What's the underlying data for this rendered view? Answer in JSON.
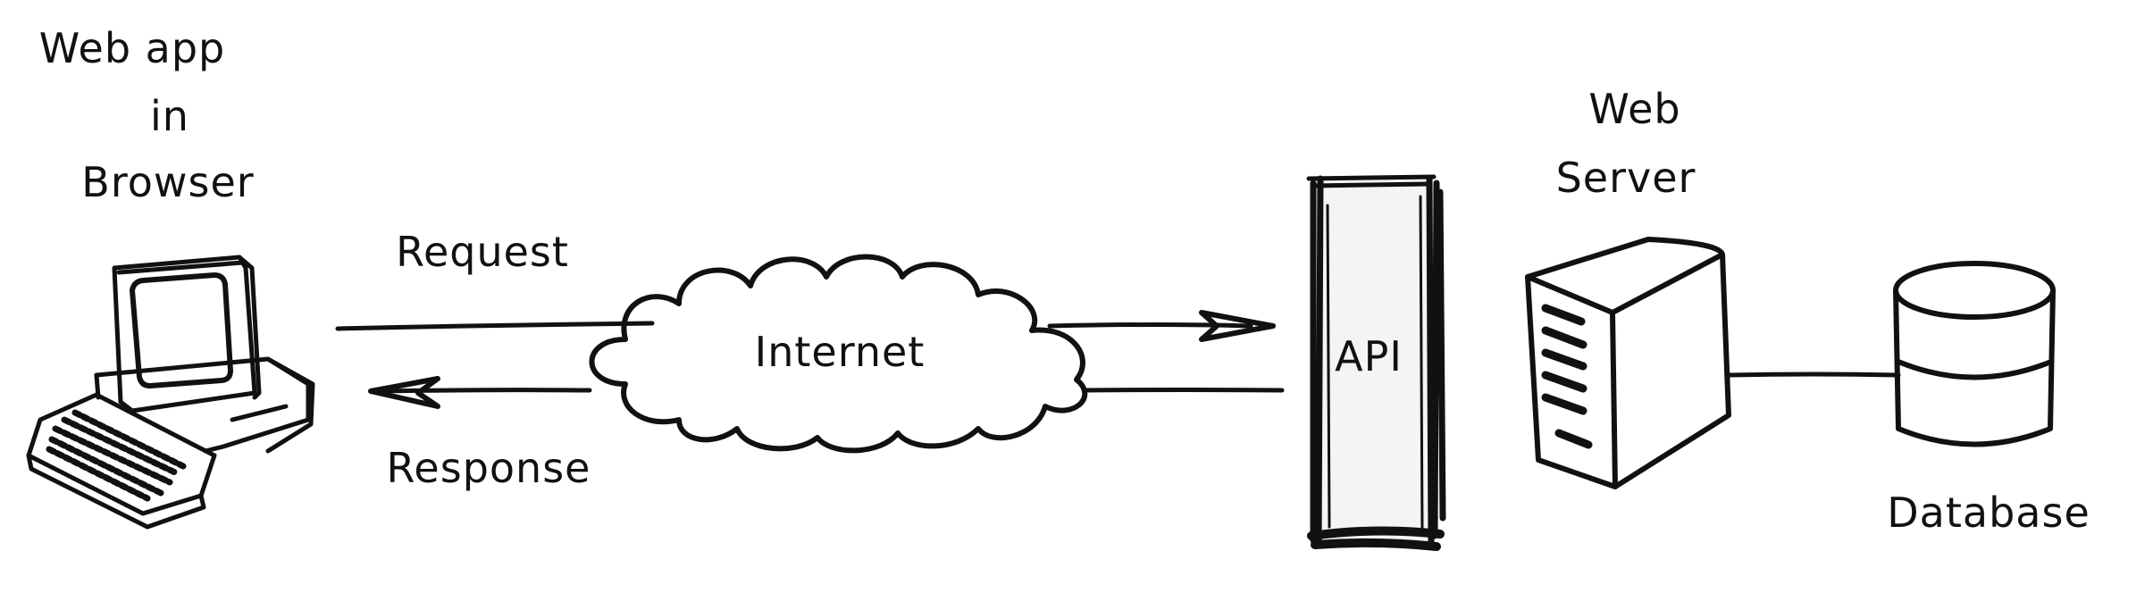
{
  "nodes": {
    "browser": {
      "label_lines": [
        "Web app",
        "in",
        "Browser"
      ]
    },
    "internet": {
      "label": "Internet"
    },
    "api": {
      "label": "API"
    },
    "server": {
      "label_lines": [
        "Web",
        "Server"
      ]
    },
    "database": {
      "label": "Database"
    }
  },
  "edges": {
    "request": {
      "label": "Request"
    },
    "response": {
      "label": "Response"
    }
  },
  "colors": {
    "ink": "#111111",
    "background": "#ffffff"
  }
}
